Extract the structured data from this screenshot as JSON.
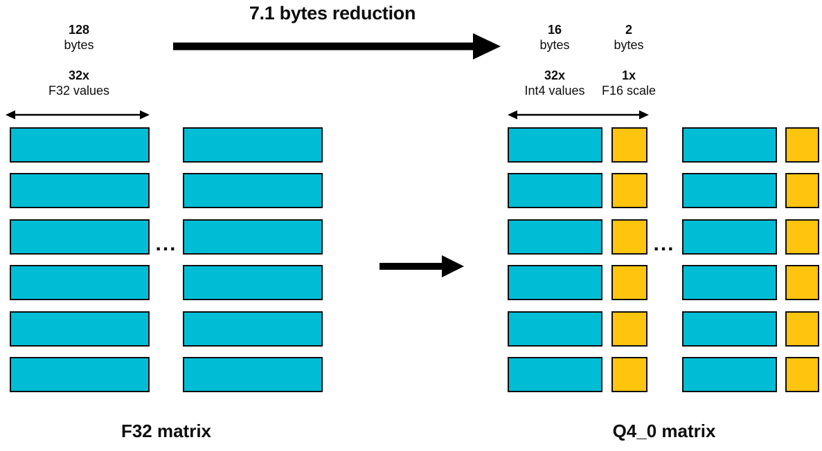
{
  "title": "7.1 bytes reduction",
  "colors": {
    "value_block": "#00BDD6",
    "scale_block": "#FFC40D",
    "arrow": "#000000"
  },
  "f32": {
    "bytes_label": {
      "value": "128",
      "unit": "bytes"
    },
    "count_label": {
      "value": "32x",
      "unit": "F32 values"
    },
    "ellipsis": "...",
    "caption": "F32 matrix",
    "rows": 6,
    "columns": 2
  },
  "q4": {
    "values_bytes_label": {
      "value": "16",
      "unit": "bytes"
    },
    "scale_bytes_label": {
      "value": "2",
      "unit": "bytes"
    },
    "values_count_label": {
      "value": "32x",
      "unit": "Int4 values"
    },
    "scale_count_label": {
      "value": "1x",
      "unit": "F16 scale"
    },
    "ellipsis": "...",
    "caption": "Q4_0 matrix",
    "rows": 6,
    "groups": 2
  }
}
